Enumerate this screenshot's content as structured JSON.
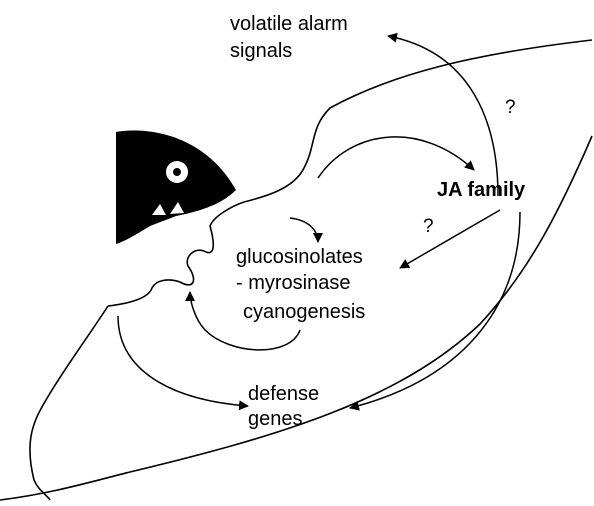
{
  "labels": {
    "volatile_line1": "volatile alarm",
    "volatile_line2": "signals",
    "ja_family": "JA family",
    "question_top": "?",
    "question_mid": "?",
    "gluco_line1": "glucosinolates",
    "gluco_line2": "- myrosinase",
    "cyanogenesis": "cyanogenesis",
    "defense_line1": "defense",
    "defense_line2": "genes"
  },
  "colors": {
    "ink": "#000000",
    "background": "#ffffff"
  },
  "icons": {
    "herbivore": "fish-head-icon"
  }
}
